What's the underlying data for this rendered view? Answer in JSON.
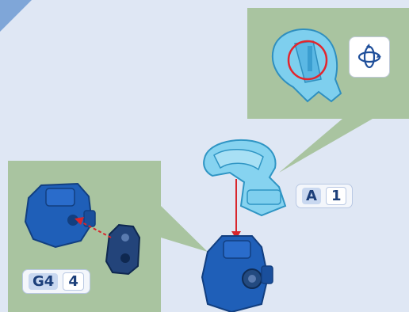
{
  "corner_tab": {
    "text": ""
  },
  "callout_top": {
    "rotate_icon": "rotate-3d-icon"
  },
  "part_a": {
    "letter": "A",
    "count": "1"
  },
  "part_g4": {
    "letter": "G4",
    "count": "4"
  },
  "colors": {
    "background": "#dfe7f4",
    "callout_green": "#a9c4a0",
    "dark_blue_part": "#1f5fb8",
    "light_blue_part": "#7ecfee",
    "arrow_red": "#d8262c"
  }
}
